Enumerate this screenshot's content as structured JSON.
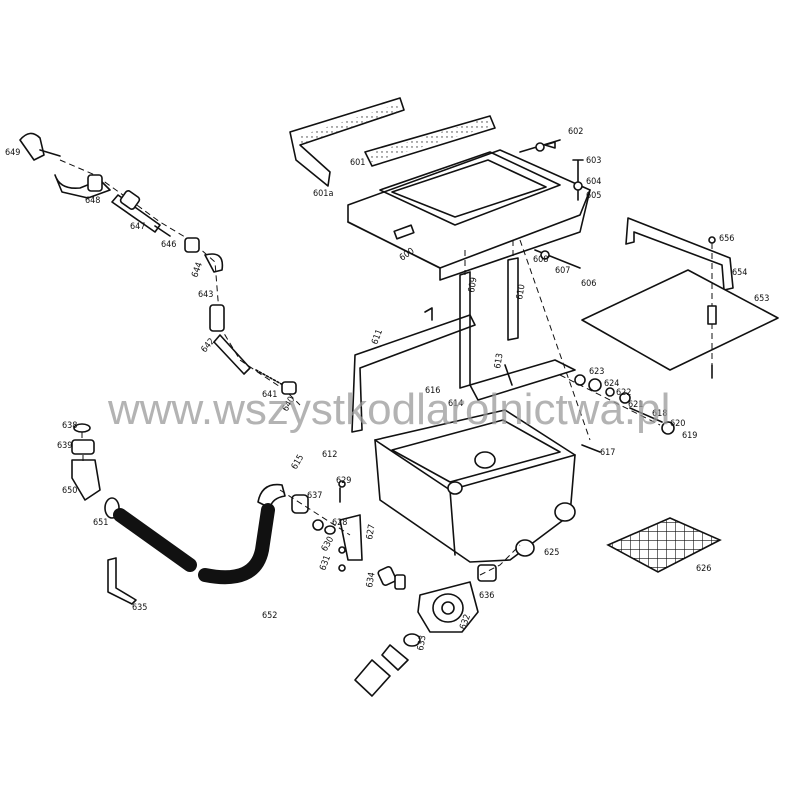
{
  "watermark": "www.wszystkodlarolnictwa.pl",
  "labels": [
    "649",
    "648",
    "647",
    "646",
    "644",
    "643",
    "642",
    "641",
    "640",
    "615",
    "612",
    "601a",
    "601",
    "600",
    "602",
    "603",
    "604",
    "605",
    "606",
    "607",
    "608",
    "609",
    "610",
    "611",
    "613",
    "614",
    "616",
    "617",
    "618",
    "619",
    "620",
    "621",
    "622",
    "624",
    "623",
    "625",
    "626",
    "627",
    "628",
    "629",
    "630",
    "631",
    "632",
    "633",
    "634",
    "635",
    "636",
    "637",
    "638",
    "639",
    "650",
    "651",
    "652",
    "653",
    "654",
    "656"
  ]
}
